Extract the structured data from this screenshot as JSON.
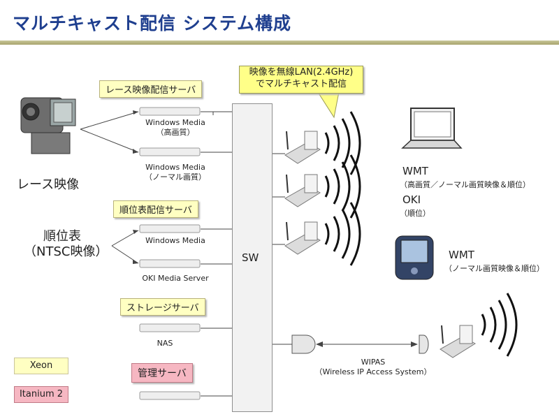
{
  "title": "マルチキャスト配信 システム構成",
  "callout": {
    "line1": "映像を無線LAN(2.4GHz)",
    "line2": "でマルチキャスト配信"
  },
  "sources": {
    "race": "レース映像",
    "rank_line1": "順位表",
    "rank_line2": "（NTSC映像）"
  },
  "groups": {
    "race_server": "レース映像配信サーバ",
    "rank_server": "順位表配信サーバ",
    "storage_server": "ストレージサーバ",
    "mgmt_server": "管理サーバ"
  },
  "servers": {
    "wm_high_line1": "Windows Media",
    "wm_high_line2": "（高画質）",
    "wm_normal_line1": "Windows Media",
    "wm_normal_line2": "（ノーマル画質）",
    "wm_rank": "Windows Media",
    "oki_media": "OKI Media Server",
    "nas": "NAS"
  },
  "switch_label": "SW",
  "clients": {
    "laptop_wmt": "WMT",
    "laptop_wmt_sub": "（高画質／ノーマル画質映像＆順位）",
    "laptop_oki": "OKI",
    "laptop_oki_sub": "（順位）",
    "pda_wmt": "WMT",
    "pda_wmt_sub": "（ノーマル画質映像＆順位）"
  },
  "wipas": {
    "line1": "WIPAS",
    "line2": "（Wireless IP Access System）"
  },
  "legend": {
    "xeon": "Xeon",
    "itanium": "Itanium 2"
  },
  "colors": {
    "title": "#1f3f8f",
    "yellow_box": "#ffffc2",
    "pink_box": "#f6b7c2",
    "callout": "#ffff88"
  }
}
